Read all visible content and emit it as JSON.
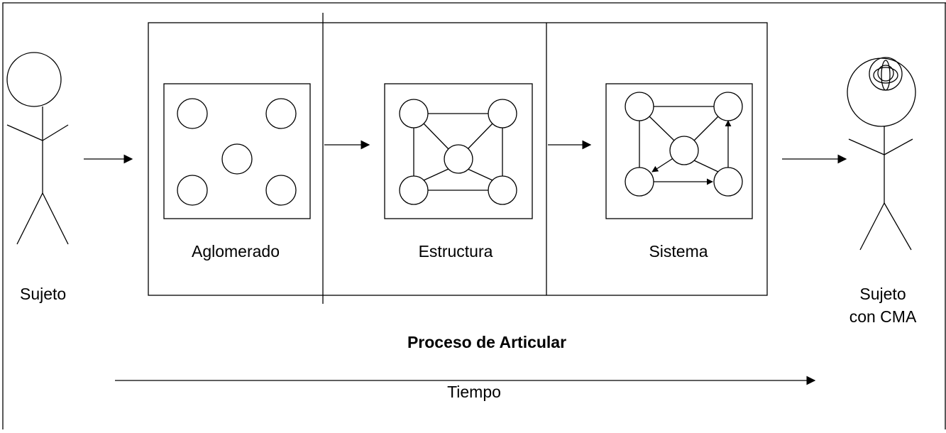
{
  "diagram": {
    "subject_left_label": "Sujeto",
    "subject_right_label_line1": "Sujeto",
    "subject_right_label_line2": "con CMA",
    "stages": [
      {
        "label": "Aglomerado"
      },
      {
        "label": "Estructura"
      },
      {
        "label": "Sistema"
      }
    ],
    "process_label": "Proceso de Articular",
    "time_label": "Tiempo"
  }
}
